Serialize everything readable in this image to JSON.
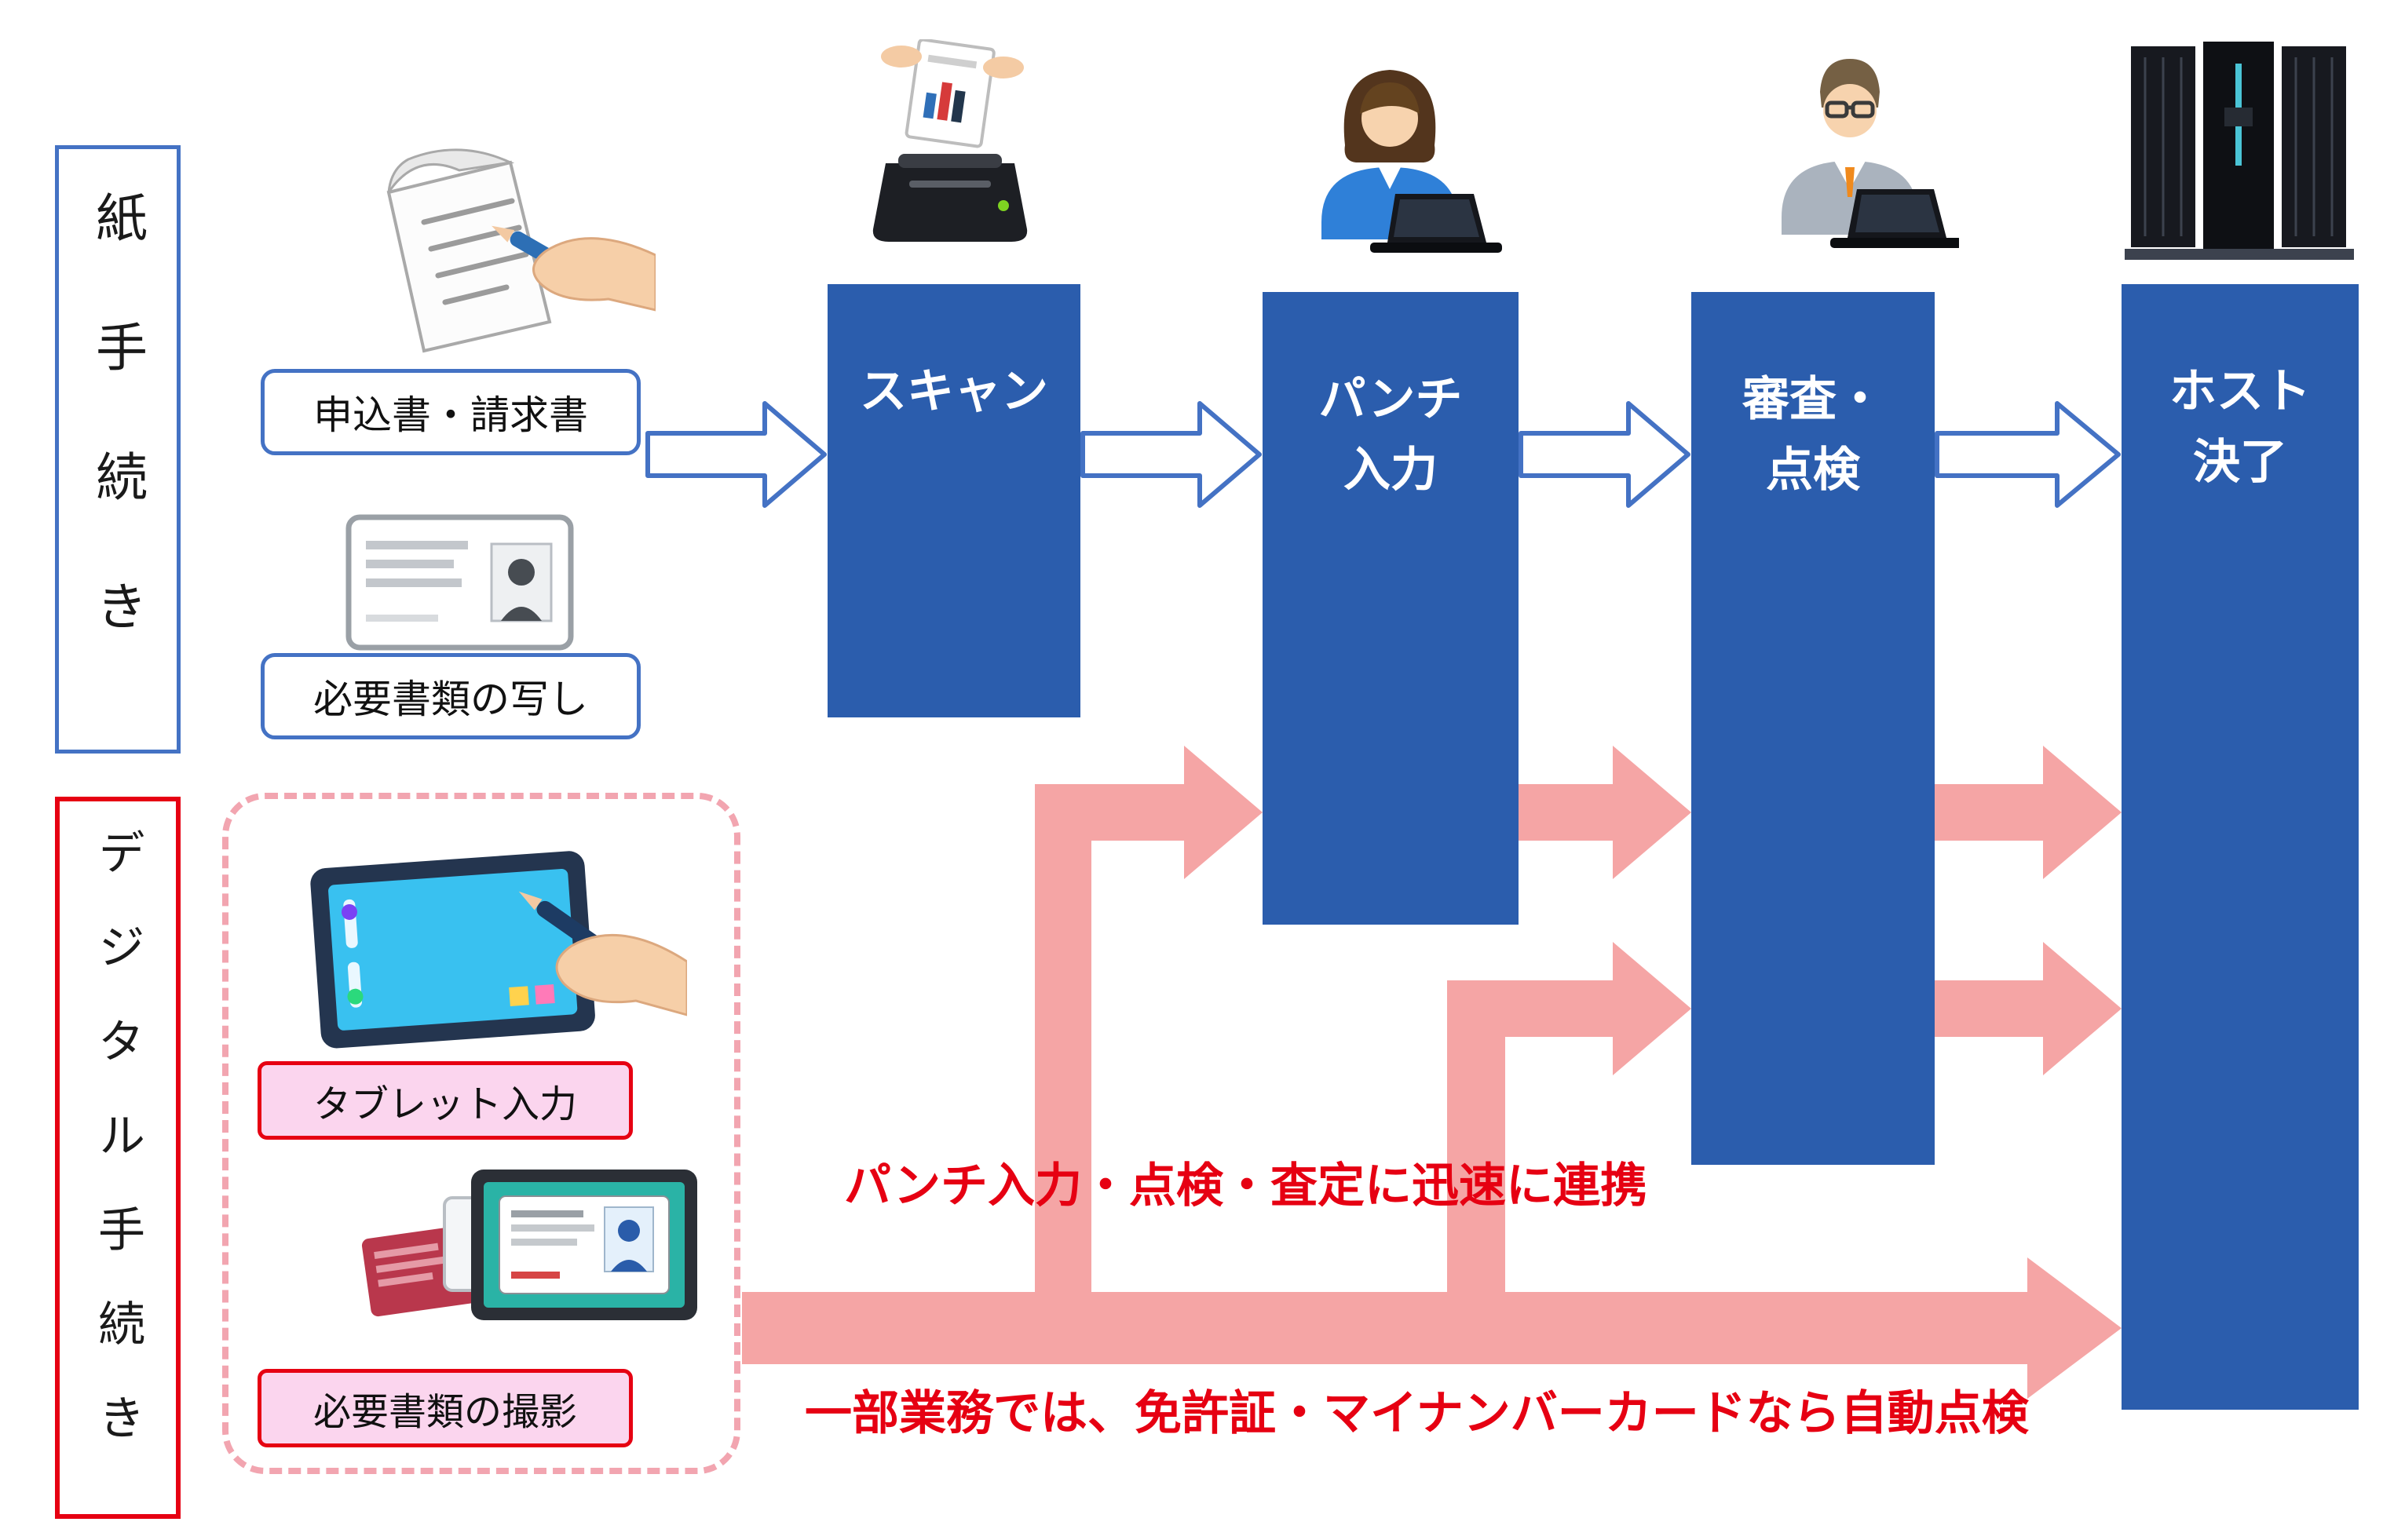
{
  "lanes": {
    "paper": {
      "label": "紙手続き"
    },
    "digital": {
      "label": "デジタル手続き"
    }
  },
  "paper_inputs": [
    {
      "label": "申込書・請求書",
      "icon": "handwriting-icon"
    },
    {
      "label": "必要書類の写し",
      "icon": "id-card-icon"
    }
  ],
  "process_steps": [
    {
      "lines": [
        "スキャン"
      ],
      "icon": "scanner-icon"
    },
    {
      "lines": [
        "パンチ",
        "入力"
      ],
      "icon": "operator-woman-icon"
    },
    {
      "lines": [
        "審査・",
        "点検"
      ],
      "icon": "inspector-man-icon"
    },
    {
      "lines": [
        "ホスト",
        "決了"
      ],
      "icon": "mainframe-icon"
    }
  ],
  "digital_inputs": [
    {
      "label": "タブレット入力",
      "icon": "tablet-input-icon"
    },
    {
      "label": "必要書類の撮影",
      "icon": "document-camera-icon"
    }
  ],
  "annotations": {
    "fast_link": "パンチ入力・点検・査定に迅速に連携",
    "auto_check": "一部業務では、免許証・マイナンバーカードなら自動点検"
  },
  "colors": {
    "process_blue": "#2B5DAD",
    "outline_blue": "#4472C4",
    "digital_red": "#E60012",
    "pink_arrow": "#F5A5A5",
    "pink_label_bg": "#FBD5EE",
    "dashed_pink": "#F2A5B0"
  }
}
